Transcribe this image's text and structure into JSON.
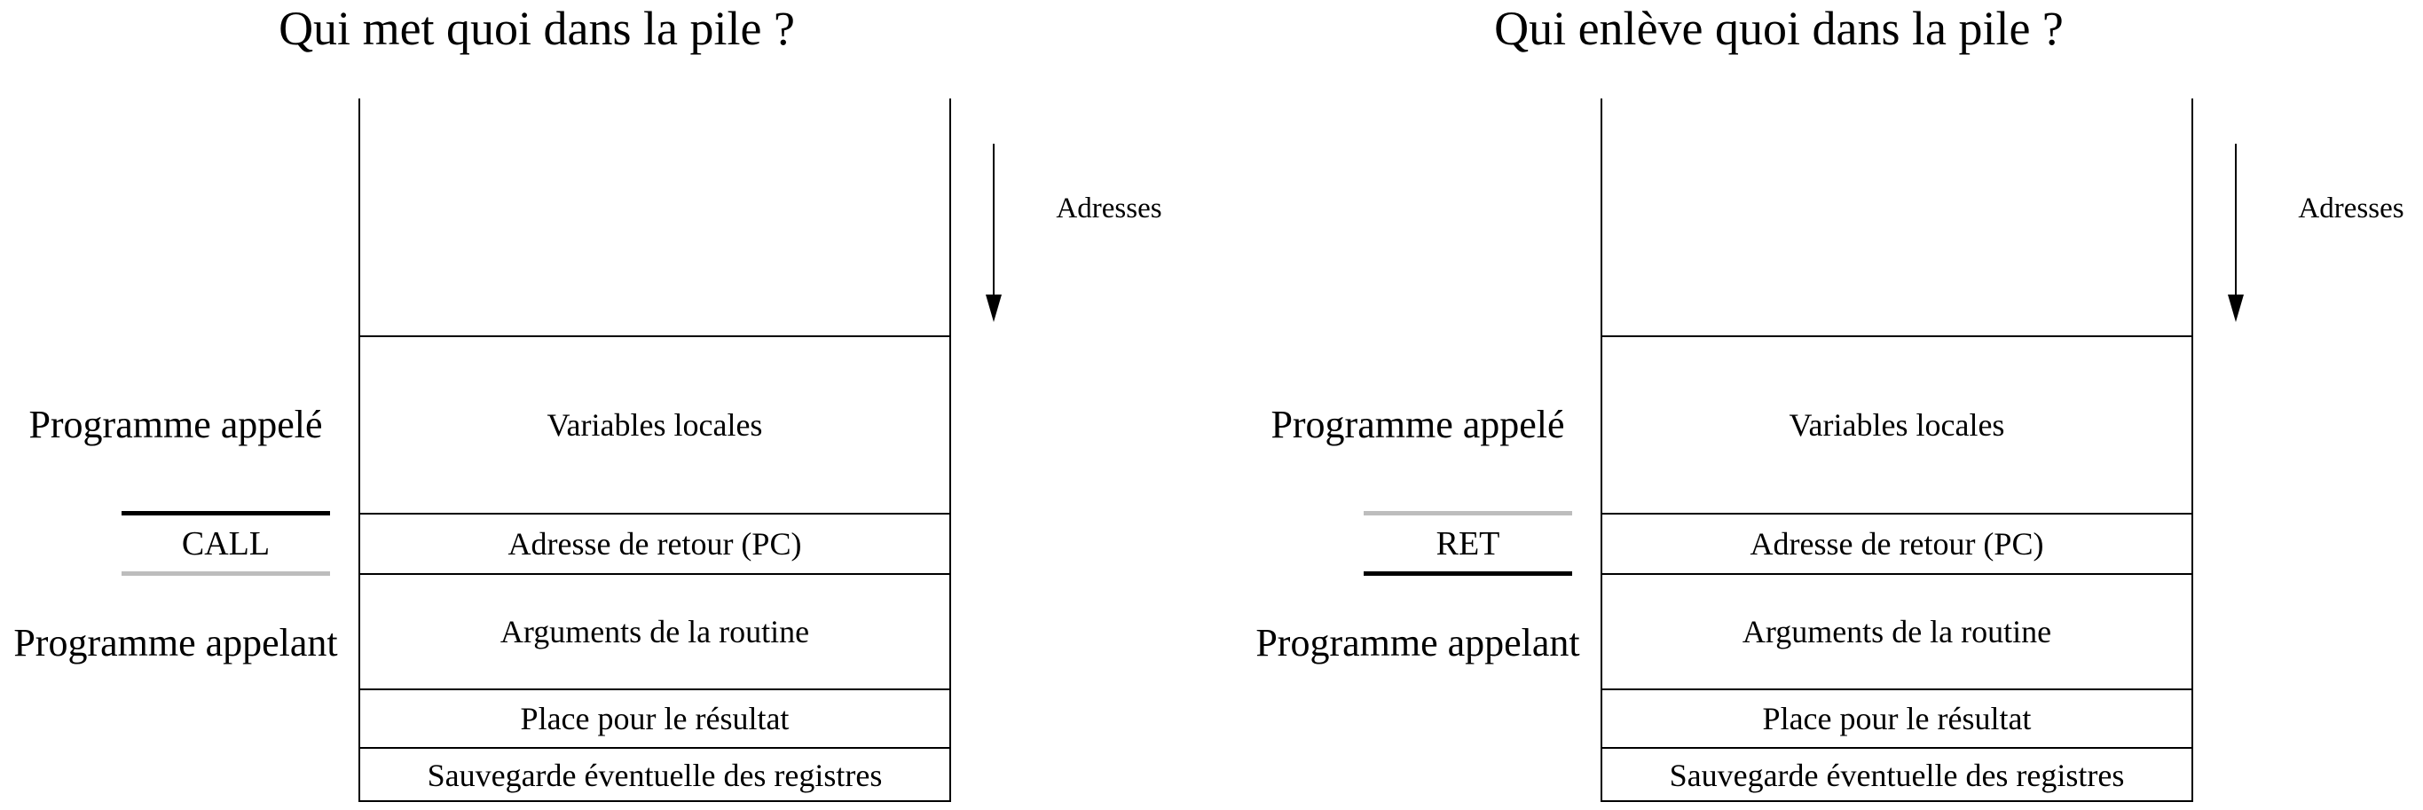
{
  "figure": {
    "background": "#ffffff",
    "line_color": "#000000",
    "gray_color": "#bdbdbd"
  },
  "diagrams": [
    {
      "id": "call",
      "title": "Qui met quoi dans la pile ?",
      "instruction": "CALL",
      "line_above_color": "#000000",
      "line_below_color": "#bdbdbd",
      "callee_label": "Programme appelé",
      "caller_label": "Programme appelant",
      "arrow_label": "Adresses",
      "stack_rows": [
        {
          "label": "Variables locales"
        },
        {
          "label": "Adresse de retour (PC)"
        },
        {
          "label": "Arguments de la routine"
        },
        {
          "label": "Place pour le résultat"
        },
        {
          "label": "Sauvegarde éventuelle des registres"
        }
      ]
    },
    {
      "id": "ret",
      "title": "Qui enlève quoi dans la pile ?",
      "instruction": "RET",
      "line_above_color": "#bdbdbd",
      "line_below_color": "#000000",
      "callee_label": "Programme appelé",
      "caller_label": "Programme appelant",
      "arrow_label": "Adresses",
      "stack_rows": [
        {
          "label": "Variables locales"
        },
        {
          "label": "Adresse de retour (PC)"
        },
        {
          "label": "Arguments de la routine"
        },
        {
          "label": "Place pour le résultat"
        },
        {
          "label": "Sauvegarde éventuelle des registres"
        }
      ]
    }
  ]
}
